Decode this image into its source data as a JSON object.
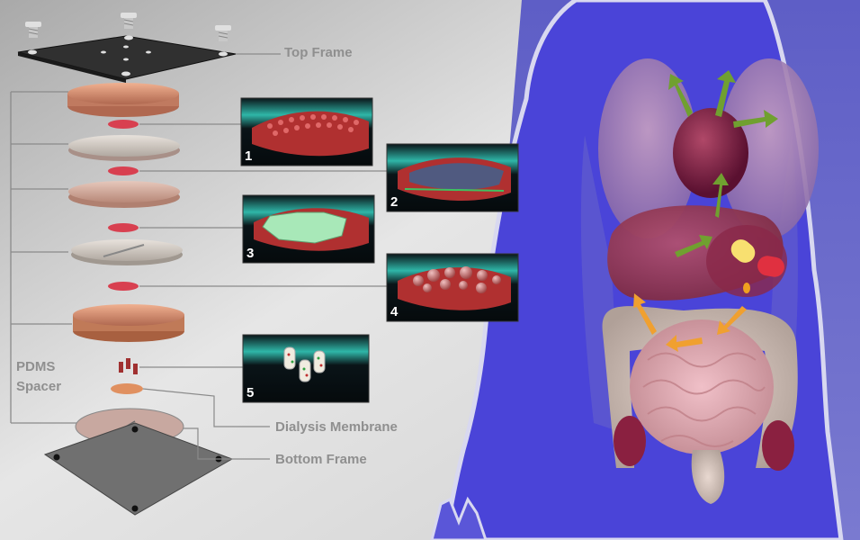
{
  "labels": {
    "top_frame": "Top Frame",
    "pdms_spacer": "PDMS\nSpacer",
    "dialysis_membrane": "Dialysis Membrane",
    "bottom_frame": "Bottom Frame"
  },
  "panels": [
    {
      "number": "1",
      "content": "villi"
    },
    {
      "number": "2",
      "content": "cell-monolayer"
    },
    {
      "number": "3",
      "content": "cell-blocks"
    },
    {
      "number": "4",
      "content": "spheroids"
    },
    {
      "number": "5",
      "content": "microcarriers"
    }
  ],
  "colors": {
    "background_left": "#d8d8d8",
    "background_right": "#5656c4",
    "body_fill": "#4a44d8",
    "panel_bg": "#071014",
    "panel_glow": "#2fb6a8",
    "tissue_red": "#b03030",
    "arrow_orange": "#f0a030",
    "arrow_green": "#6aa030"
  }
}
